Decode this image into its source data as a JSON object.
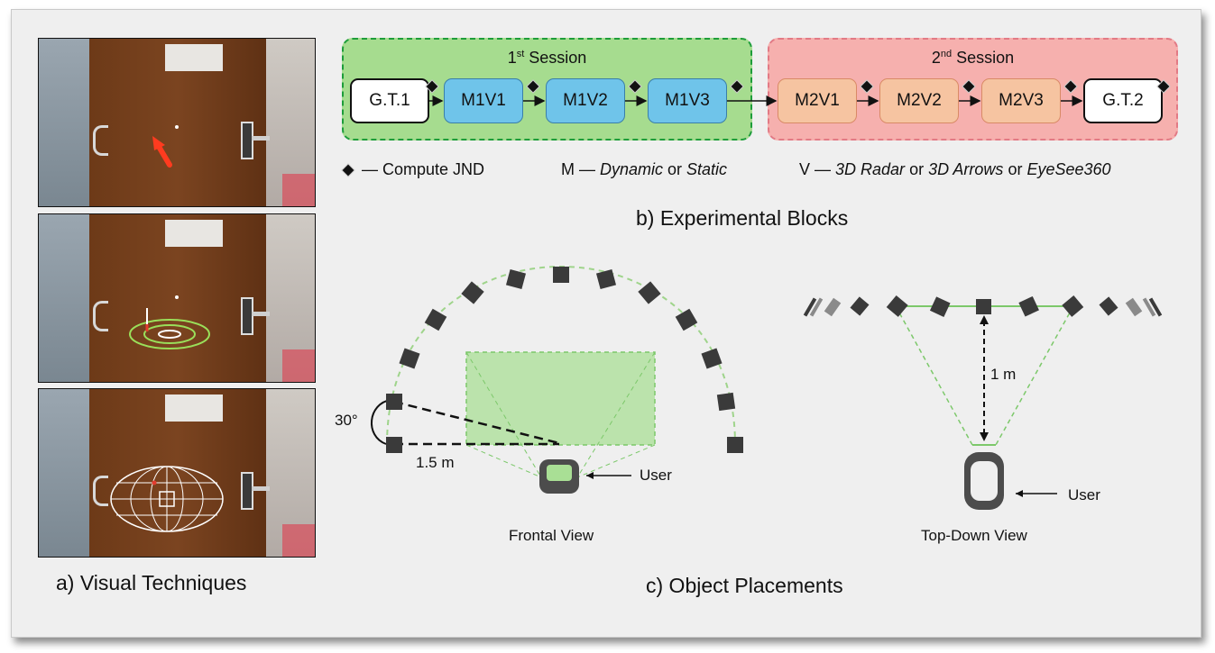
{
  "panel_a": {
    "caption": "a) Visual Techniques",
    "photos": [
      {
        "name": "visual-technique-photo-arrow"
      },
      {
        "name": "visual-technique-photo-radar"
      },
      {
        "name": "visual-technique-photo-eyesee360"
      }
    ]
  },
  "panel_b": {
    "caption": "b) Experimental Blocks",
    "session1": {
      "label_main": "1",
      "label_sup": "st",
      "label_rest": " Session",
      "blocks": [
        "G.T.1",
        "M1V1",
        "M1V2",
        "M1V3"
      ]
    },
    "session2": {
      "label_main": "2",
      "label_sup": "nd",
      "label_rest": " Session",
      "blocks": [
        "M2V1",
        "M2V2",
        "M2V3",
        "G.T.2"
      ]
    },
    "legend": {
      "jnd": "— Compute JND",
      "m_prefix": "M — ",
      "m_dynamic": "Dynamic",
      "m_or": " or ",
      "m_static": "Static",
      "v_prefix": "V — ",
      "v_radar": "3D Radar",
      "v_or1": " or ",
      "v_arrows": "3D Arrows",
      "v_or2": " or ",
      "v_eyesee": "EyeSee360"
    },
    "colors": {
      "session1_fill": "#a6dc8f",
      "session1_border": "#1e9d3a",
      "session2_fill": "#f6b0ae",
      "session2_border": "#e27a85",
      "m1_block": "#6fc4ea",
      "m2_block": "#f6c4a1"
    }
  },
  "panel_c": {
    "caption": "c) Object Placements",
    "frontal": {
      "title": "Frontal View",
      "angle": "30°",
      "distance": "1.5 m",
      "user": "User"
    },
    "topdown": {
      "title": "Top-Down View",
      "distance": "1 m",
      "user": "User"
    }
  }
}
